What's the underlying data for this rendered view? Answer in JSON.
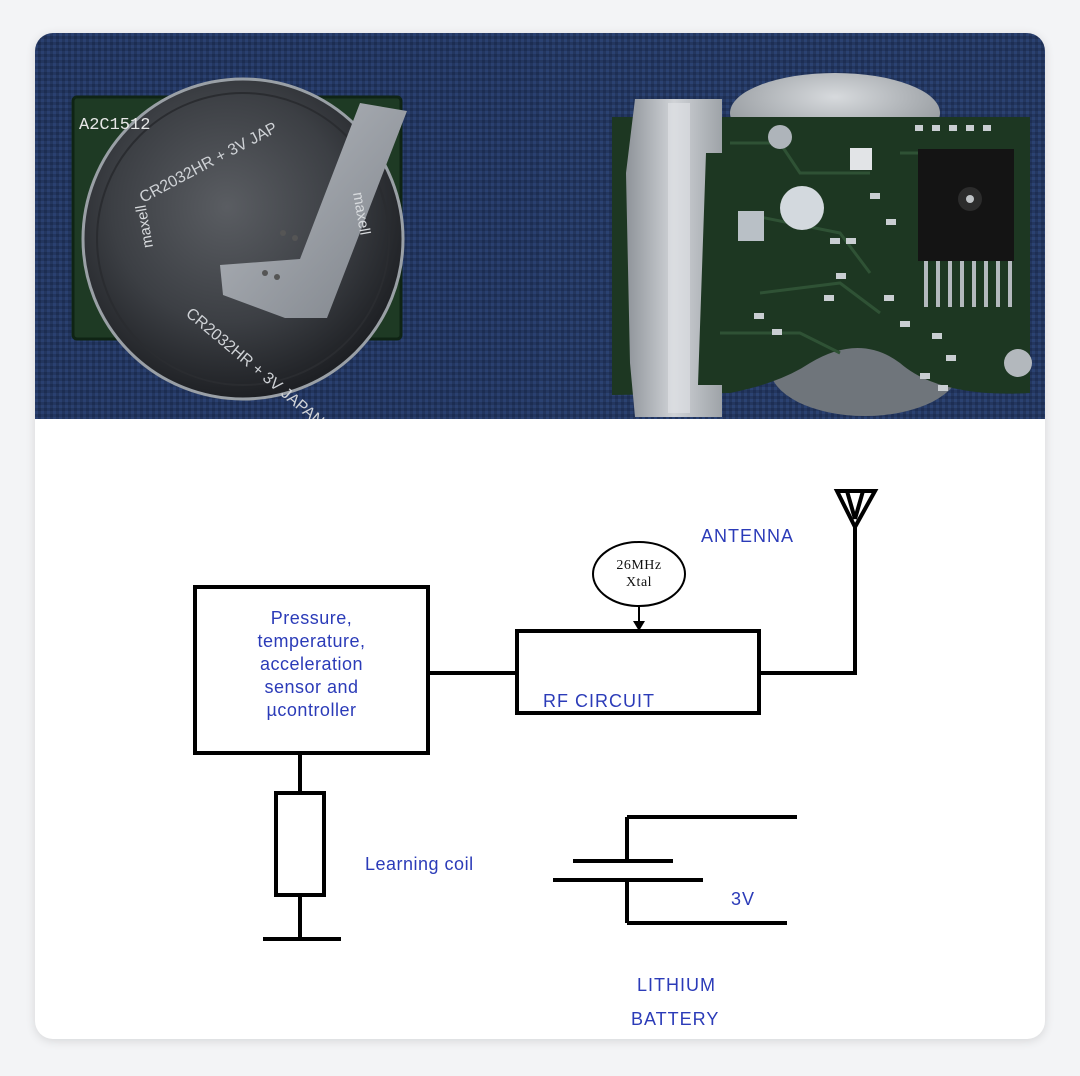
{
  "photos": {
    "left": {
      "board_marking": "A2C1512",
      "battery_text_top": "CR2032HR  +  3V  JAP",
      "battery_brand": "maxell",
      "battery_text_bottom": "CR2032HR  +  3V  JAPAN"
    },
    "right": {}
  },
  "diagram": {
    "antenna_label": "ANTENNA",
    "xtal": {
      "line1": "26MHz",
      "line2": "Xtal"
    },
    "sensor_block": {
      "line1": "Pressure,",
      "line2": "temperature,",
      "line3": "acceleration",
      "line4": "sensor and",
      "line5": "µcontroller"
    },
    "rf_block_label": "RF CIRCUIT",
    "coil_label": "Learning coil",
    "battery_voltage": "3V",
    "battery_label_line1": "LITHIUM",
    "battery_label_line2": "BATTERY"
  },
  "colors": {
    "label_blue": "#2b3bb8",
    "fabric_blue": "#23365f",
    "pcb_green": "#1e3a24",
    "line": "#000000"
  }
}
